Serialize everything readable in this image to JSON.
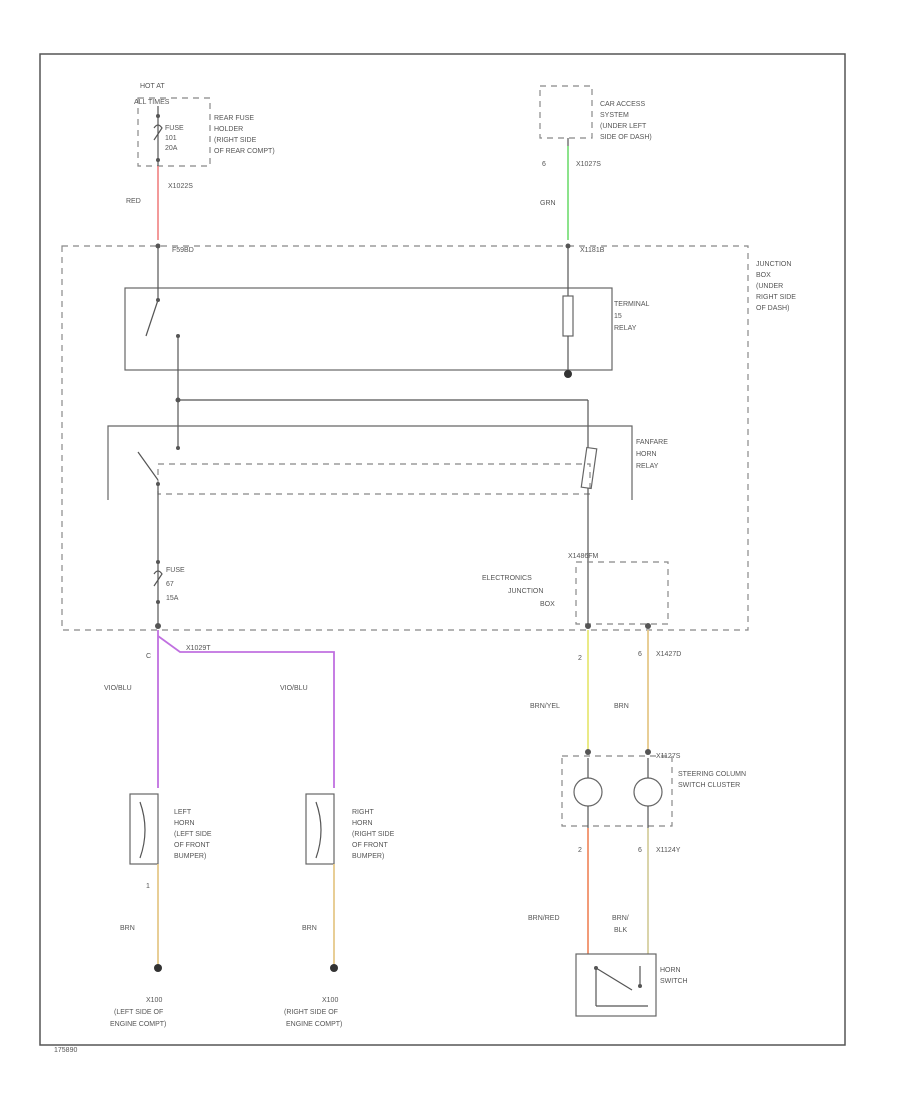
{
  "fuse_block": {
    "hot_label": "HOT AT",
    "hot_label2": "ALL TIMES",
    "fuse_label": "FUSE",
    "fuse_num": "101",
    "fuse_amp": "20A",
    "holder_line1": "REAR FUSE",
    "holder_line2": "HOLDER",
    "holder_line3": "(RIGHT SIDE",
    "holder_line4": "OF REAR COMPT)"
  },
  "car_access": {
    "line1": "CAR ACCESS",
    "line2": "SYSTEM",
    "line3": "(UNDER LEFT",
    "line4": "SIDE OF DASH)",
    "pin": "6",
    "conn": "X1027S"
  },
  "wires": {
    "red_color_label": "RED",
    "red_conn": "X1022S",
    "red_pin_label": "F59BD",
    "grn_color_label": "GRN",
    "grn_pin_label": "X1181B",
    "vio_left_label": "VIO/BLU",
    "vio_right_label": "VIO/BLU",
    "vio_conn": "X1029T",
    "vio_pin": "C",
    "brnyel_label": "BRN/YEL",
    "brnyel_pin": "2",
    "brn_right_label": "BRN",
    "brn_right_pin": "6",
    "brn_right_conn": "X1427D",
    "brnred_label": "BRN/RED",
    "brnred_pin": "2",
    "brnblk_label1": "BRN/",
    "brnblk_label2": "BLK",
    "brnblk_pin": "6",
    "brnblk_conn": "X1124Y",
    "left_horn_brn": "BRN",
    "right_horn_brn": "BRN",
    "left_horn_pin": "1"
  },
  "junction_box": {
    "line1": "JUNCTION",
    "line2": "BOX",
    "line3": "(UNDER",
    "line4": "RIGHT SIDE",
    "line5": "OF DASH)"
  },
  "terminal_relay": {
    "line1": "TERMINAL",
    "line2": "15",
    "line3": "RELAY"
  },
  "fanfare_relay": {
    "line1": "FANFARE",
    "line2": "HORN",
    "line3": "RELAY"
  },
  "fuse_67": {
    "label": "FUSE",
    "num": "67",
    "amp": "15A"
  },
  "electronics_jb": {
    "conn": "X1486FM",
    "line1": "ELECTRONICS",
    "line2": "JUNCTION",
    "line3": "BOX"
  },
  "steering": {
    "conn": "X1127S",
    "line1": "STEERING COLUMN",
    "line2": "SWITCH CLUSTER"
  },
  "left_horn": {
    "line1": "LEFT",
    "line2": "HORN",
    "line3": "(LEFT SIDE",
    "line4": "OF FRONT",
    "line5": "BUMPER)"
  },
  "right_horn": {
    "line1": "RIGHT",
    "line2": "HORN",
    "line3": "(RIGHT SIDE",
    "line4": "OF FRONT",
    "line5": "BUMPER)"
  },
  "horn_switch": {
    "line1": "HORN",
    "line2": "SWITCH"
  },
  "ground_left": {
    "id": "X100",
    "line1": "(LEFT SIDE OF",
    "line2": "ENGINE COMPT)"
  },
  "ground_right": {
    "id": "X100",
    "line1": "(RIGHT SIDE OF",
    "line2": "ENGINE COMPT)"
  },
  "footer_code": "175890",
  "colors": {
    "red_wire": "#f08080",
    "green_wire": "#7fe07f",
    "violet_wire": "#c070e0",
    "yellow_wire": "#e8e87a",
    "tan_wire": "#e6c98a",
    "orange_wire": "#f0906a",
    "beige_wire": "#d6d0a0",
    "frame": "#555555"
  }
}
